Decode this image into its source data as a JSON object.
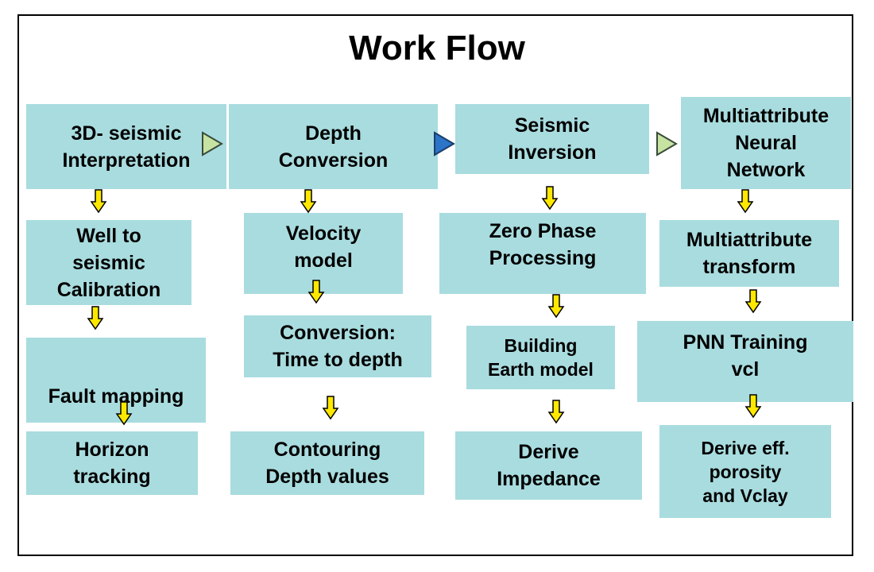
{
  "title": "Work Flow",
  "columns": [
    {
      "steps": [
        "3D- seismic\nInterpretation",
        "Well to\nseismic\nCalibration",
        "Fault mapping",
        "Horizon\ntracking"
      ]
    },
    {
      "steps": [
        "Depth\nConversion",
        "Velocity\nmodel",
        "Conversion:\nTime to depth",
        "Contouring\nDepth values"
      ]
    },
    {
      "steps": [
        "Seismic\nInversion",
        "Zero Phase\nProcessing",
        "Building\nEarth model",
        "Derive\nImpedance"
      ]
    },
    {
      "steps": [
        "Multiattribute\nNeural\nNetwork",
        "Multiattribute\ntransform",
        "PNN Training\nvcl",
        "Derive eff.\nporosity\nand Vclay"
      ]
    }
  ],
  "colors": {
    "box_fill": "#a9dcdf",
    "down_arrow": "#ffe800",
    "right_arrow_green": "#c6e3a2",
    "right_arrow_blue": "#2b74c8"
  }
}
